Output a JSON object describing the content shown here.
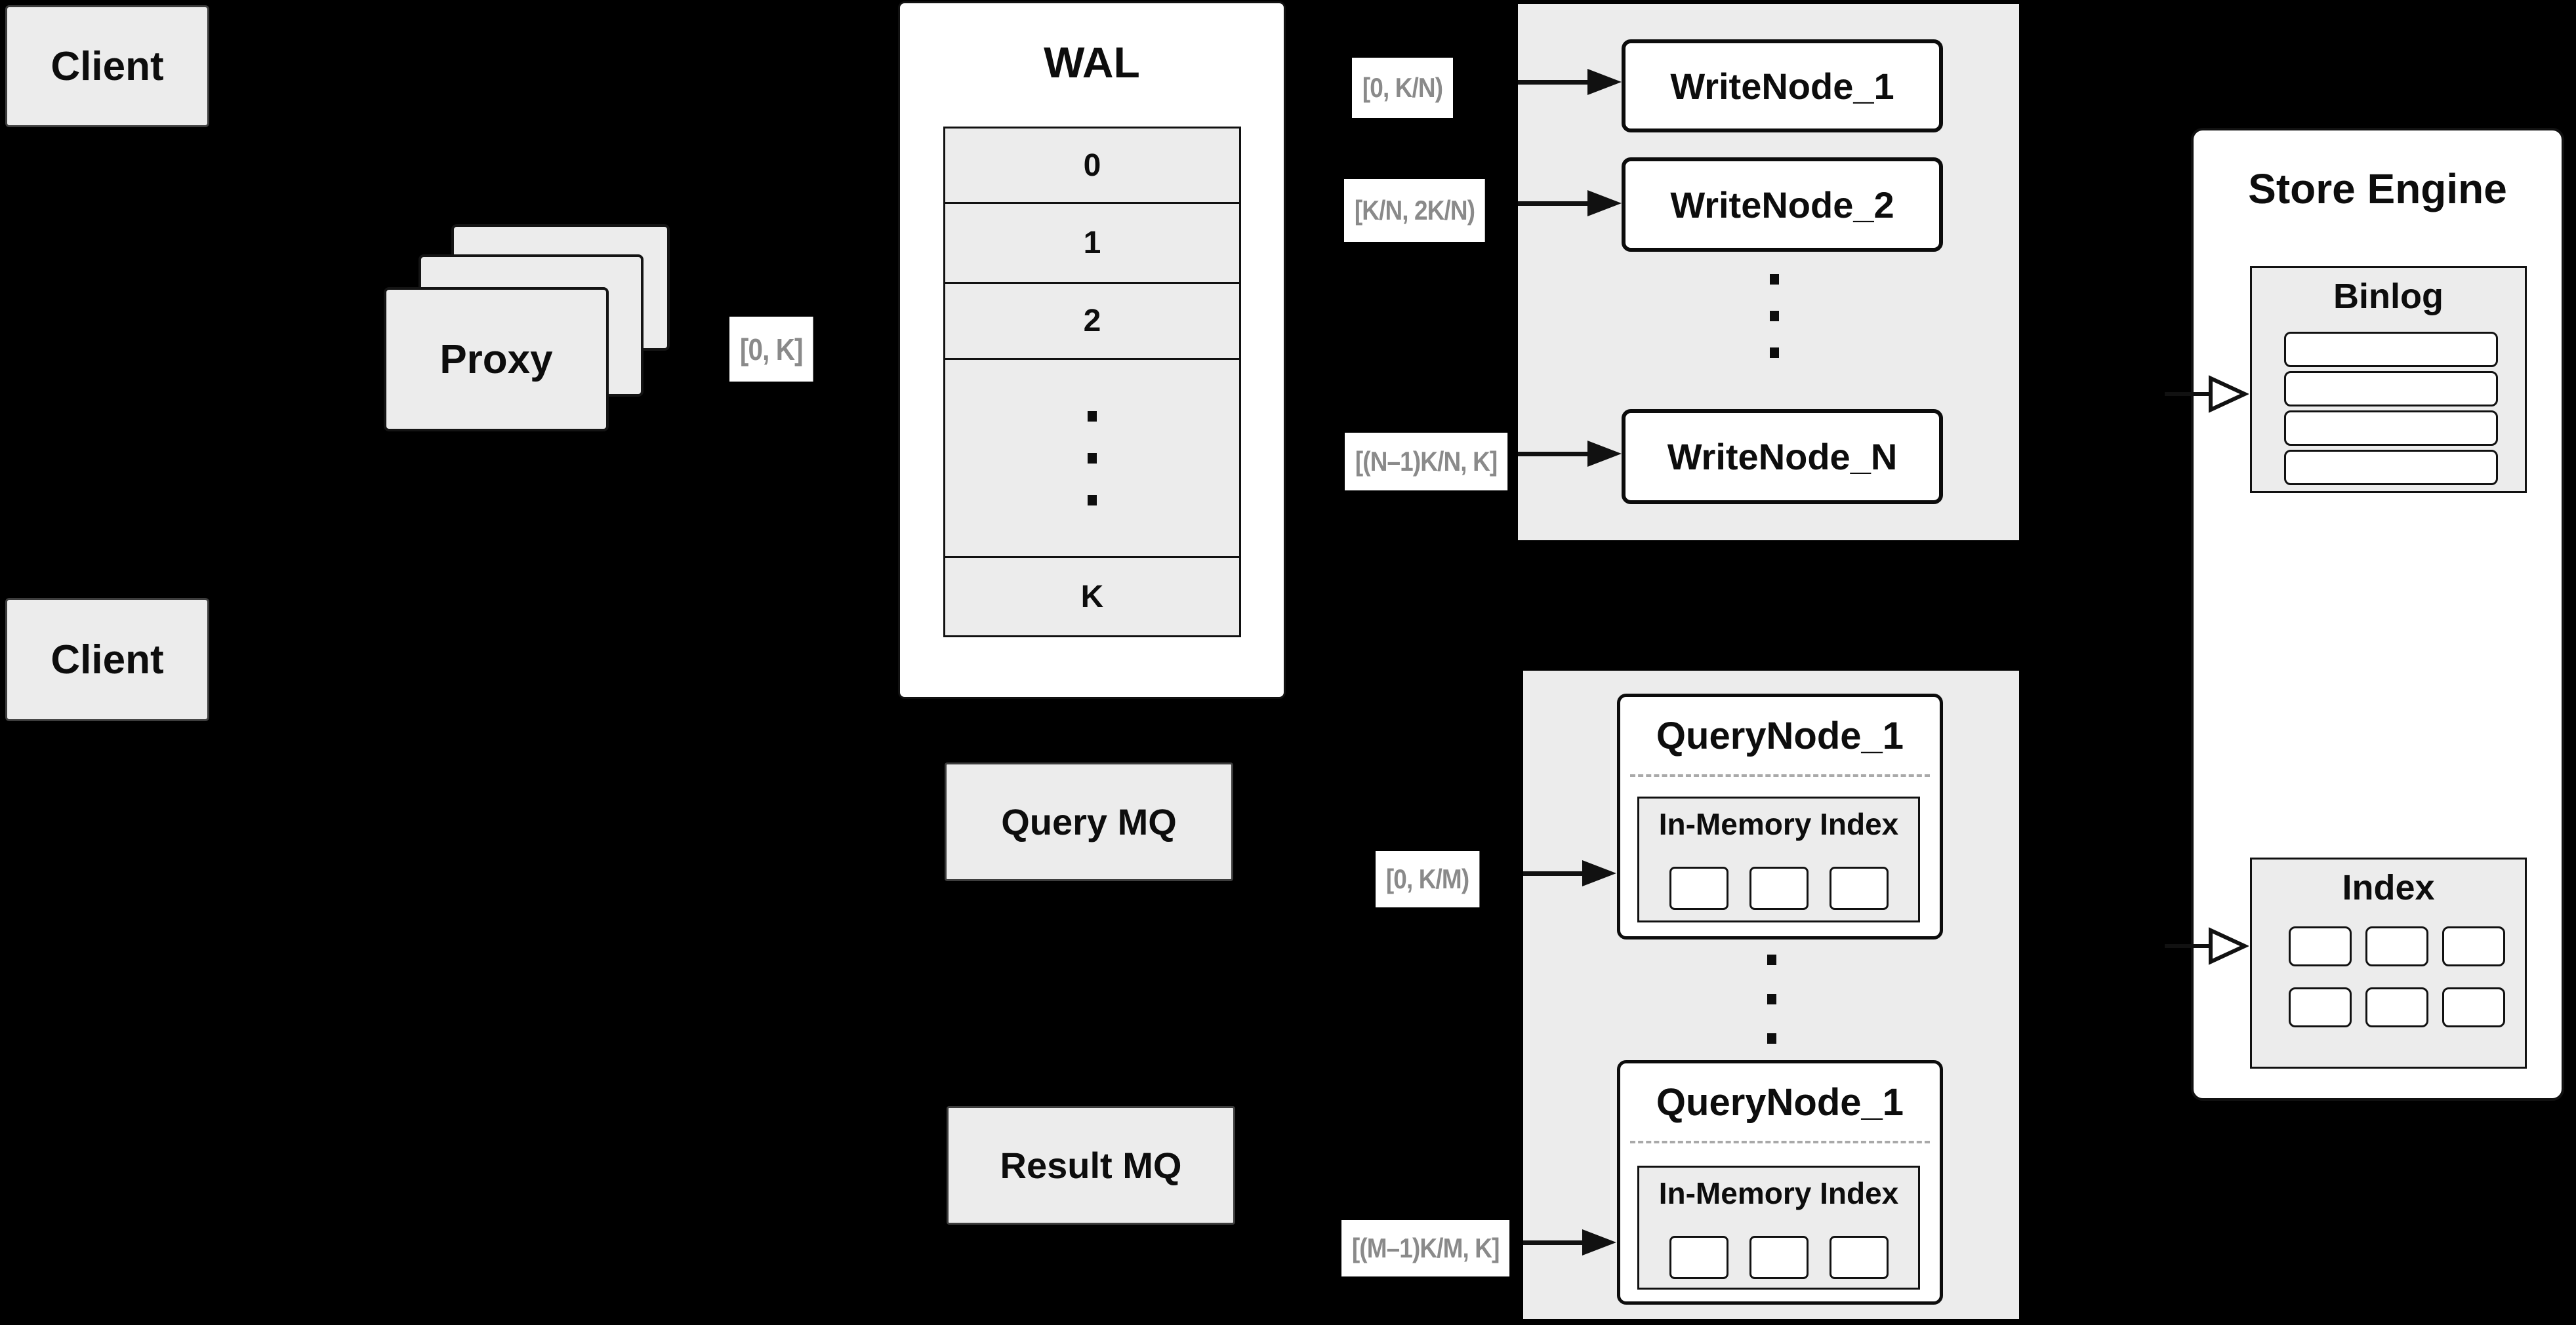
{
  "colors": {
    "background": "#000000",
    "panel_gray": "#ececec",
    "box_white": "#ffffff",
    "border_dark": "#111111",
    "range_label_text": "#8a8a8a"
  },
  "clients": {
    "top": "Client",
    "bottom": "Client"
  },
  "proxy": {
    "label": "Proxy"
  },
  "ranges": {
    "client_to_wal": "[0, K]",
    "write_node_1": "[0, K/N)",
    "write_node_2": "[K/N, 2K/N)",
    "write_node_n": "[(N–1)K/N, K]",
    "query_node_1": "[0, K/M)",
    "query_node_m": "[(M–1)K/M, K]"
  },
  "wal": {
    "title": "WAL",
    "segments": [
      "0",
      "1",
      "2"
    ],
    "last_segment": "K"
  },
  "write_nodes": {
    "node_1": "WriteNode_1",
    "node_2": "WriteNode_2",
    "node_n": "WriteNode_N"
  },
  "mq": {
    "query": "Query MQ",
    "result": "Result MQ"
  },
  "query_nodes": {
    "top": {
      "title": "QueryNode_1",
      "inner_title": "In-Memory Index"
    },
    "bottom": {
      "title": "QueryNode_1",
      "inner_title": "In-Memory Index"
    }
  },
  "store_engine": {
    "title": "Store Engine",
    "binlog_title": "Binlog",
    "index_title": "Index"
  }
}
